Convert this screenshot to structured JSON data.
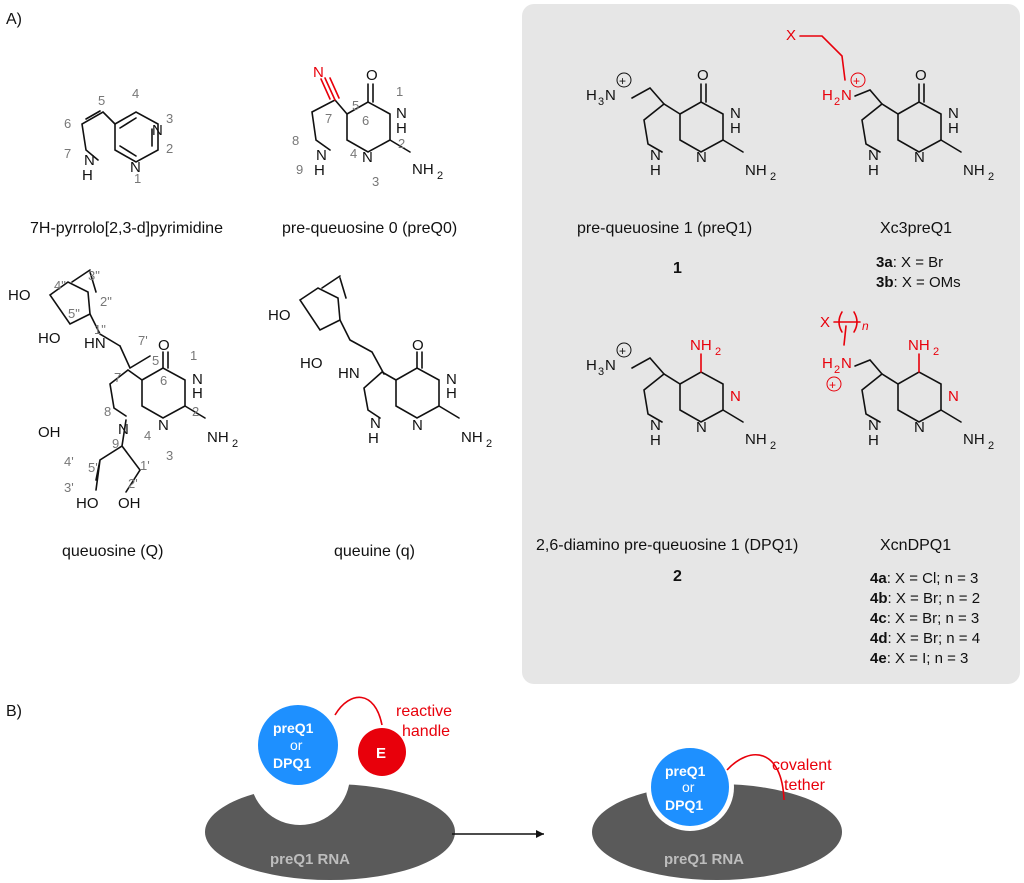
{
  "panels": {
    "a": "A)",
    "b": "B)"
  },
  "names": {
    "pyrrolopyrimidine": "7H-pyrrolo[2,3-d]pyrimidine",
    "preq0": "pre-queuosine 0 (preQ0)",
    "queuosine": "queuosine (Q)",
    "queuine": "queuine (q)",
    "preq1": "pre-queuosine 1 (preQ1)",
    "preq1_num": "1",
    "xc3preq1": "Xc3preQ1",
    "dpq1": "2,6-diamino pre-queuosine 1 (DPQ1)",
    "dpq1_num": "2",
    "xcndpq1": "XcnDPQ1"
  },
  "compounds3": [
    {
      "id": "3a",
      "text": ": X = Br"
    },
    {
      "id": "3b",
      "text": ": X = OMs"
    }
  ],
  "compounds4": [
    {
      "id": "4a",
      "text": ": X = Cl; n = 3"
    },
    {
      "id": "4b",
      "text": ": X = Br; n = 2"
    },
    {
      "id": "4c",
      "text": ": X = Br; n = 3"
    },
    {
      "id": "4d",
      "text": ": X = Br; n = 4"
    },
    {
      "id": "4e",
      "text": ": X = I;    n = 3"
    }
  ],
  "scheme": {
    "ligand_line1": "preQ1",
    "ligand_or": "or",
    "ligand_line2": "DPQ1",
    "electrophile": "E",
    "reactive_handle_1": "reactive",
    "reactive_handle_2": "handle",
    "rna": "preQ1 RNA",
    "covalent_1": "covalent",
    "covalent_2": "tether"
  },
  "colors": {
    "highlight": "#e8000b",
    "ligand": "#1e90ff",
    "rna": "#5a5a5a",
    "panel": "#e6e6e6"
  }
}
